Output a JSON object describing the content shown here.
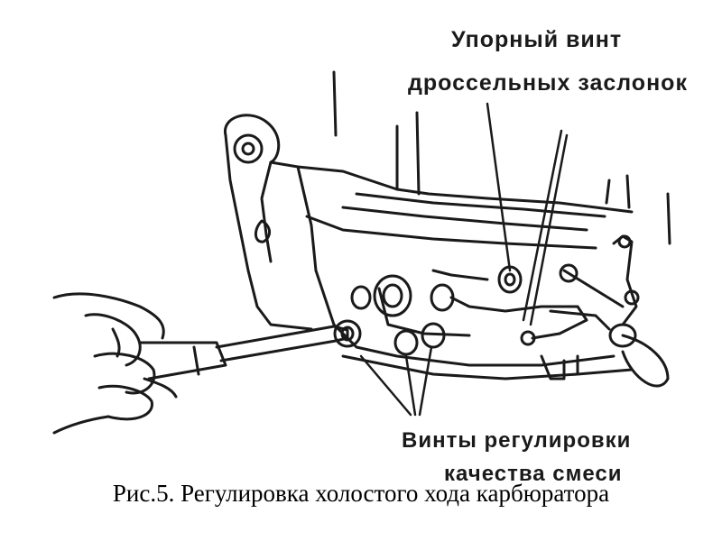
{
  "labels": {
    "throttle_screw_line1": "Упорный винт",
    "throttle_screw_line2": "дроссельных заслонок",
    "mixture_screws_line1": "Винты регулировки",
    "mixture_screws_line2": "качества смеси"
  },
  "caption": "Рис.5. Регулировка холостого хода карбюратора"
}
